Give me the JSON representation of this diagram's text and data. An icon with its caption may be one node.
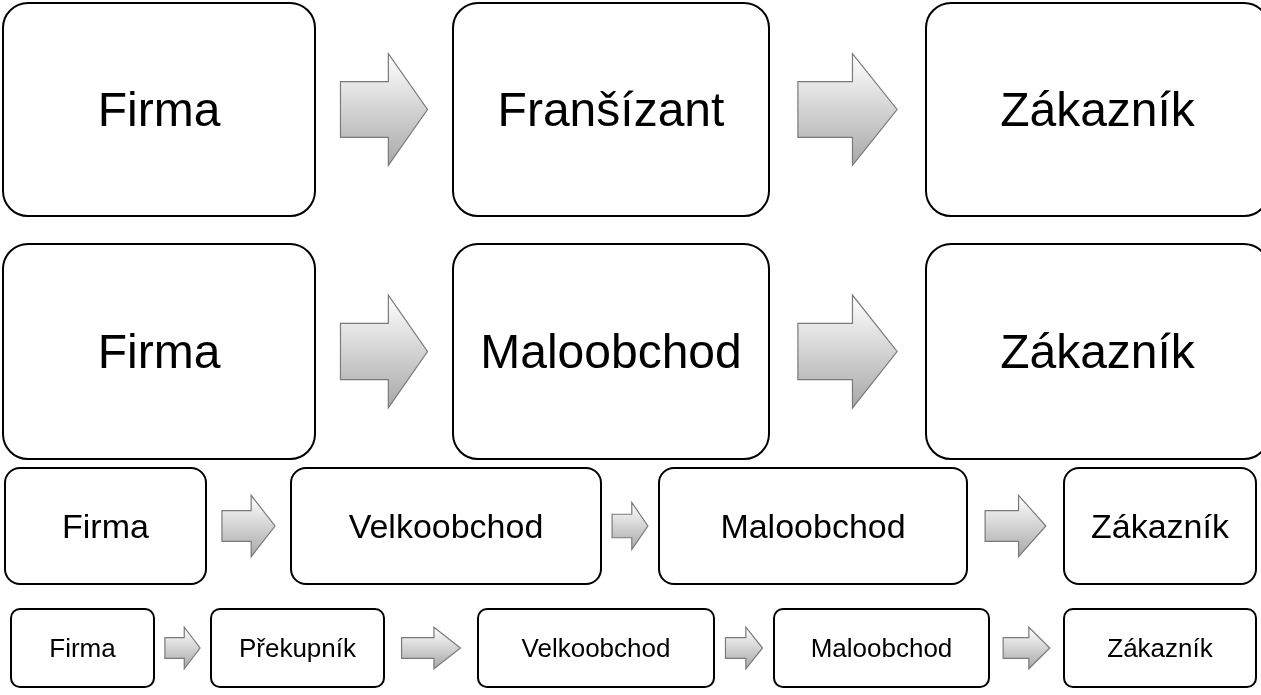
{
  "diagram": {
    "nodes": [
      {
        "text": [
          "Firma"
        ]
      },
      {
        "text": [
          "Franšízant"
        ]
      },
      {
        "text": [
          "Zákazník"
        ]
      },
      {
        "text": [
          "Firma"
        ]
      },
      {
        "text": [
          "Maloobchod"
        ]
      },
      {
        "text": [
          "Zákazník"
        ]
      },
      {
        "text": [
          "Firma"
        ]
      },
      {
        "text": [
          "Velkoobchod"
        ]
      },
      {
        "text": [
          "Maloobchod"
        ]
      },
      {
        "text": [
          "Zákazník"
        ]
      },
      {
        "text": [
          "Firma"
        ]
      },
      {
        "text": [
          "Překupník"
        ]
      },
      {
        "text": [
          "Velkoobchod"
        ]
      },
      {
        "text": [
          "Maloobchod"
        ]
      },
      {
        "text": [
          "Zákazník"
        ]
      }
    ],
    "edges": [
      {
        "from": 0,
        "to": 1,
        "arrow": "to"
      },
      {
        "from": 1,
        "to": 2,
        "arrow": "to"
      },
      {
        "from": 3,
        "to": 4,
        "arrow": "to"
      },
      {
        "from": 4,
        "to": 5,
        "arrow": "to"
      },
      {
        "from": 6,
        "to": 7,
        "arrow": "to"
      },
      {
        "from": 7,
        "to": 8,
        "arrow": "to"
      },
      {
        "from": 8,
        "to": 9,
        "arrow": "to"
      },
      {
        "from": 10,
        "to": 11,
        "arrow": "to"
      },
      {
        "from": 11,
        "to": 12,
        "arrow": "to"
      },
      {
        "from": 12,
        "to": 13,
        "arrow": "to"
      },
      {
        "from": 13,
        "to": 14,
        "arrow": "to"
      }
    ]
  }
}
